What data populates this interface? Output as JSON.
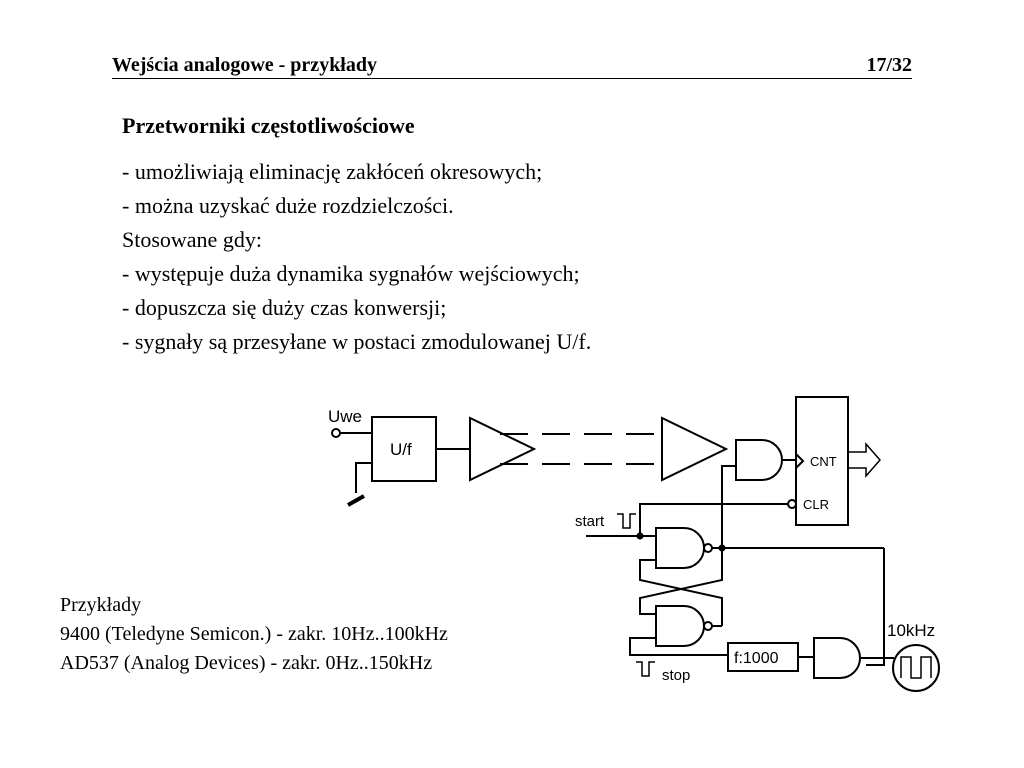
{
  "header": {
    "title": "Wejścia analogowe - przykłady",
    "page": "17/32"
  },
  "section_title": "Przetworniki częstotliwościowe",
  "lines": [
    "- umożliwiają eliminację zakłóceń okresowych;",
    "- można uzyskać duże rozdzielczości.",
    "Stosowane gdy:",
    "- występuje duża dynamika sygnałów wejściowych;",
    "- dopuszcza się duży czas konwersji;",
    "- sygnały są przesyłane w postaci zmodulowanej U/f."
  ],
  "examples": [
    "Przykłady",
    "9400 (Teledyne Semicon.) - zakr. 10Hz..100kHz",
    "AD537 (Analog Devices) - zakr. 0Hz..150kHz"
  ],
  "diagram": {
    "input_label": "Uwe",
    "converter_label": "U/f",
    "counter_cnt": "CNT",
    "counter_clr": "CLR",
    "start_label": "start",
    "stop_label": "stop",
    "divider_label": "f:1000",
    "oscillator_label": "10kHz"
  }
}
